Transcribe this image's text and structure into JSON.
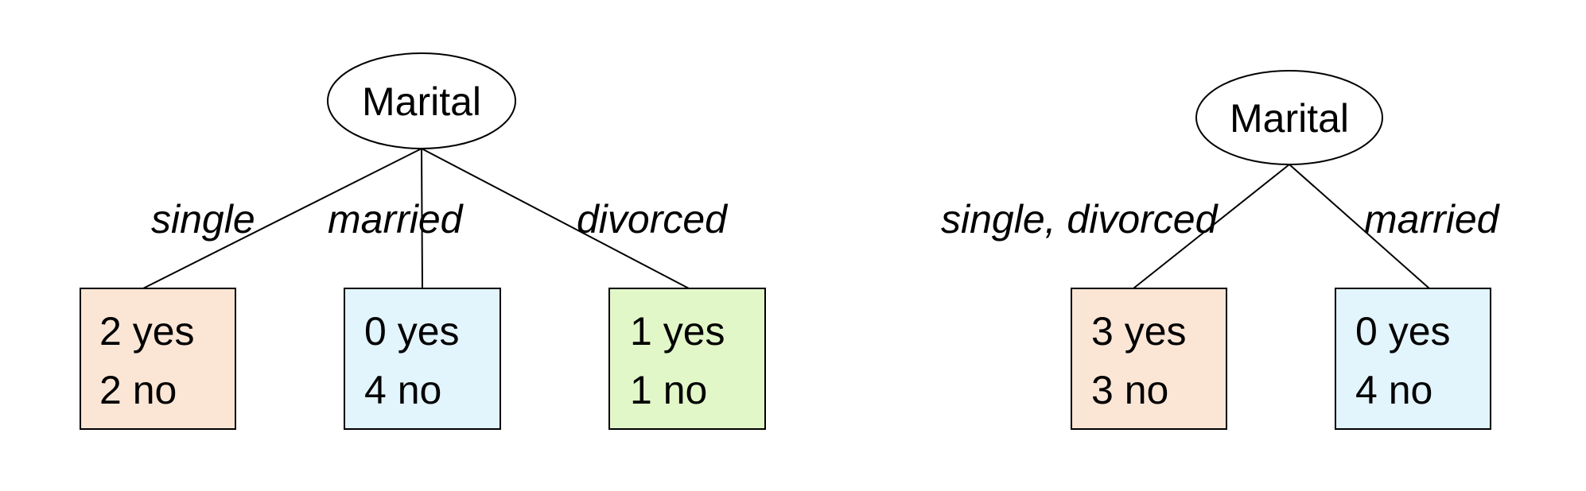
{
  "colors": {
    "peach": "#FBE6D6",
    "light_blue": "#E2F4FC",
    "light_green": "#E2F7C8",
    "stroke": "#000000"
  },
  "tree_left": {
    "root": {
      "label": "Marital"
    },
    "branches": [
      {
        "edge_label": "single",
        "leaf": {
          "line1": "2 yes",
          "line2": "2 no"
        }
      },
      {
        "edge_label": "married",
        "leaf": {
          "line1": "0 yes",
          "line2": "4 no"
        }
      },
      {
        "edge_label": "divorced",
        "leaf": {
          "line1": "1 yes",
          "line2": "1 no"
        }
      }
    ]
  },
  "tree_right": {
    "root": {
      "label": "Marital"
    },
    "branches": [
      {
        "edge_label": "single, divorced",
        "leaf": {
          "line1": "3 yes",
          "line2": "3 no"
        }
      },
      {
        "edge_label": "married",
        "leaf": {
          "line1": "0 yes",
          "line2": "4 no"
        }
      }
    ]
  }
}
